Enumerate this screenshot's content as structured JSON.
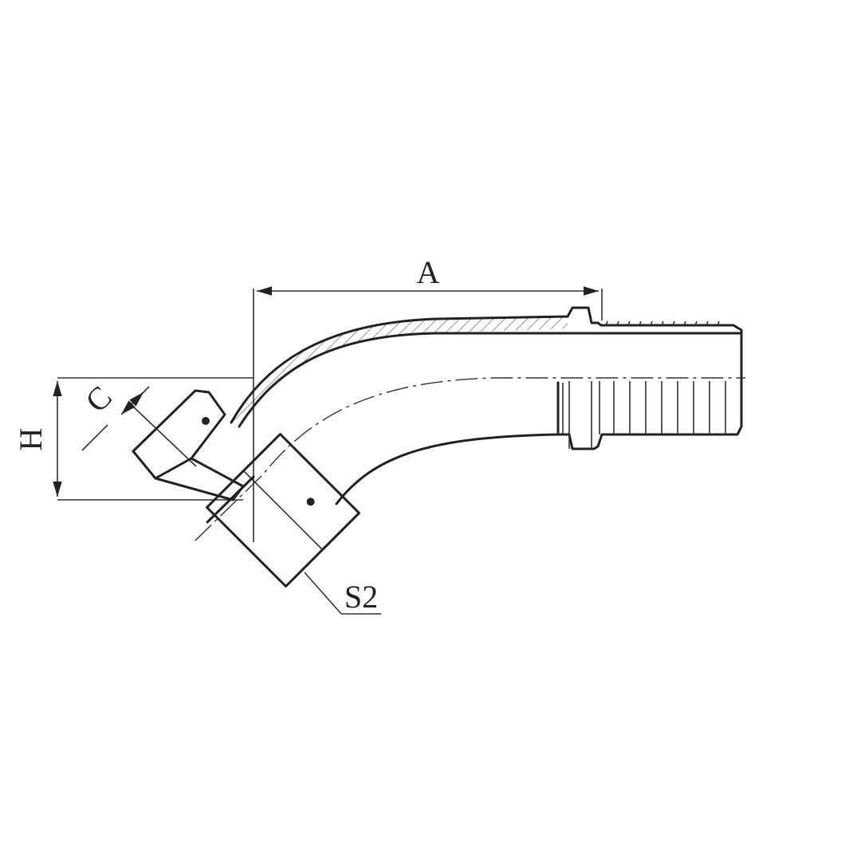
{
  "labels": {
    "dim_a": "A",
    "dim_c": "C",
    "dim_h": "H",
    "callout_s2": "S2"
  },
  "colors": {
    "ink": "#222222",
    "background": "#ffffff"
  },
  "bend_angle_deg": 45
}
